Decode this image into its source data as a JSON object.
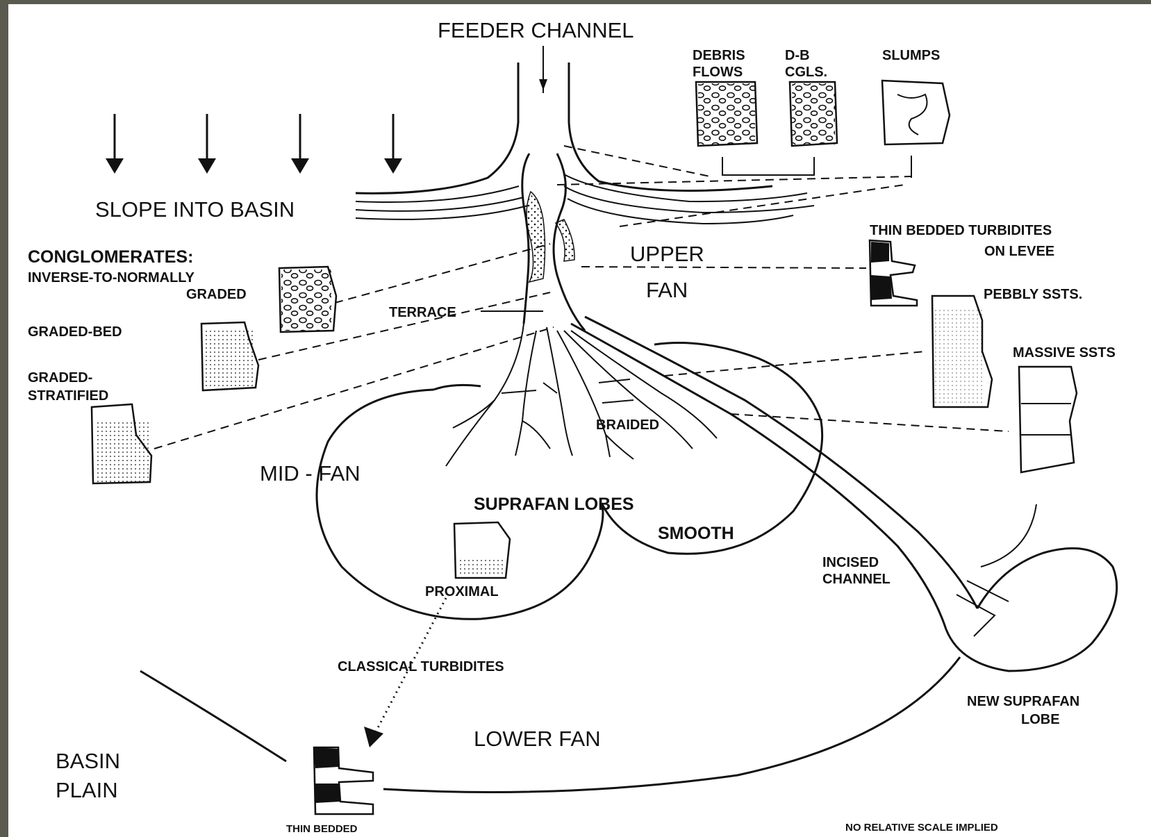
{
  "labels": {
    "feeder_channel": "FEEDER CHANNEL",
    "debris_flows_1": "DEBRIS",
    "debris_flows_2": "FLOWS",
    "db_cgls_1": "D-B",
    "db_cgls_2": "CGLS.",
    "slumps": "SLUMPS",
    "slope_into_basin": "SLOPE INTO BASIN",
    "conglomerates": "CONGLOMERATES:",
    "inverse_graded_1": "INVERSE-TO-NORMALLY",
    "inverse_graded_2": "GRADED",
    "graded_bed": "GRADED-BED",
    "graded_stratified_1": "GRADED-",
    "graded_stratified_2": "STRATIFIED",
    "terrace": "TERRACE",
    "upper": "UPPER",
    "fan": "FAN",
    "thin_bedded_levee_1": "THIN BEDDED TURBIDITES",
    "thin_bedded_levee_2": "ON LEVEE",
    "pebbly_ssts": "PEBBLY SSTS.",
    "massive_ssts": "MASSIVE SSTS",
    "braided": "BRAIDED",
    "mid_fan": "MID - FAN",
    "suprafan_lobes": "SUPRAFAN  LOBES",
    "smooth": "SMOOTH",
    "proximal": "PROXIMAL",
    "incised_channel_1": "INCISED",
    "incised_channel_2": "CHANNEL",
    "classical_turbidites": "CLASSICAL  TURBIDITES",
    "lower_fan": "LOWER  FAN",
    "new_suprafan_1": "NEW SUPRAFAN",
    "new_suprafan_2": "LOBE",
    "basin_1": "BASIN",
    "basin_2": "PLAIN",
    "thin_bedded_bottom": "THIN BEDDED",
    "scale_note": "NO RELATIVE SCALE IMPLIED"
  }
}
